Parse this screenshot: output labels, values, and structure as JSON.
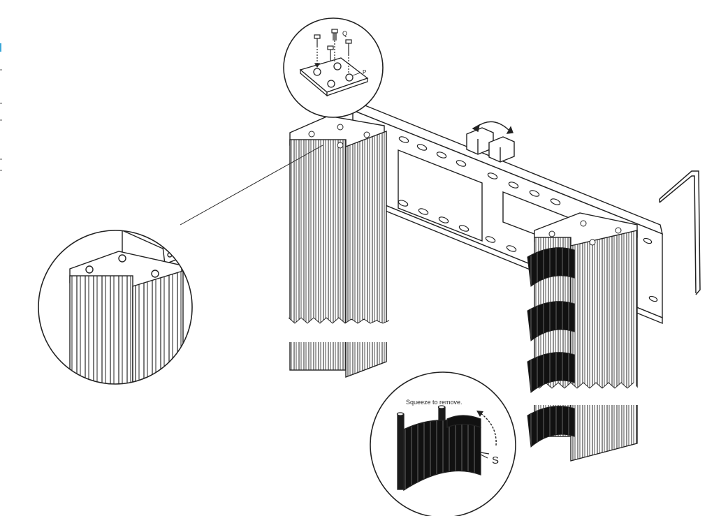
{
  "callouts": {
    "q_label": "Q",
    "p_label": "P",
    "s_label": "S",
    "squeeze_note": "Squeeze to remove."
  },
  "colors": {
    "line": "#222222",
    "fill_dark": "#1a1a1a",
    "accent_edge": "#3aa7d8"
  },
  "icons": [
    "screw-icon",
    "rotate-arrow-icon",
    "hex-key-icon",
    "cable-clip-icon"
  ]
}
